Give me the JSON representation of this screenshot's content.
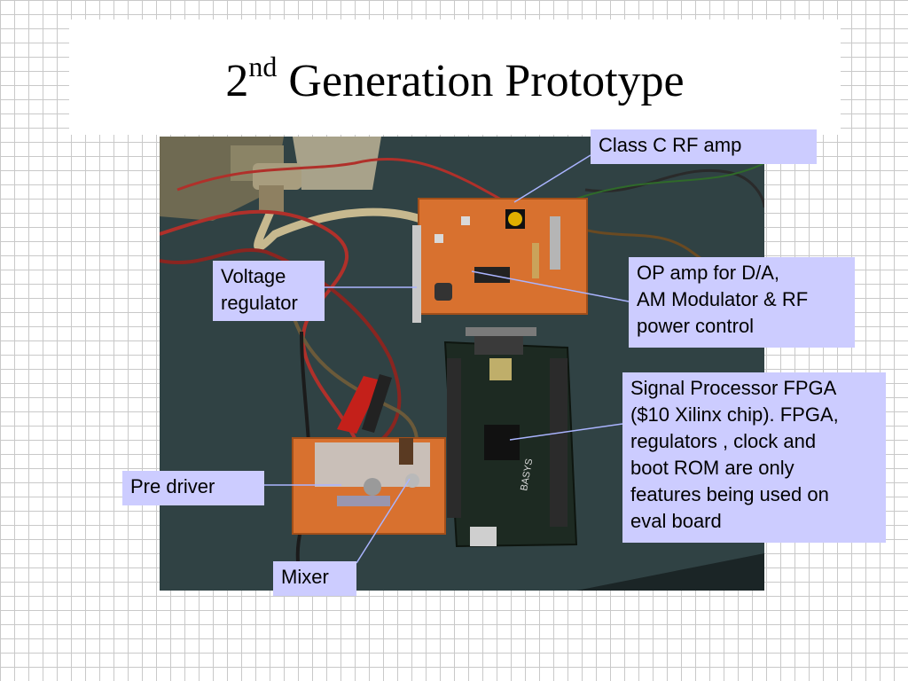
{
  "slide": {
    "title_number": "2",
    "title_superscript": "nd",
    "title_rest": " Generation Prototype"
  },
  "labels": {
    "class_c": "Class C RF amp",
    "voltage_line1": "Voltage",
    "voltage_line2": "regulator",
    "opamp_line1": "OP amp for D/A,",
    "opamp_line2": "AM Modulator & RF",
    "opamp_line3": "power control",
    "fpga_line1": "Signal Processor FPGA",
    "fpga_line2": "($10 Xilinx chip). FPGA,",
    "fpga_line3": "regulators , clock and",
    "fpga_line4": "boot ROM are only",
    "fpga_line5": "features being used on",
    "fpga_line6": "eval board",
    "predriver": "Pre driver",
    "mixer": "Mixer"
  },
  "photo": {
    "board_silkscreen": "BASYS"
  },
  "colors": {
    "callout_fill": "#ccccff",
    "leader_line": "#aab4ff",
    "grid_line": "#c9c9c9",
    "bench_surface": "#2e3f40",
    "perfboard": "#d8712f",
    "fpga_board": "#1d2a22"
  }
}
